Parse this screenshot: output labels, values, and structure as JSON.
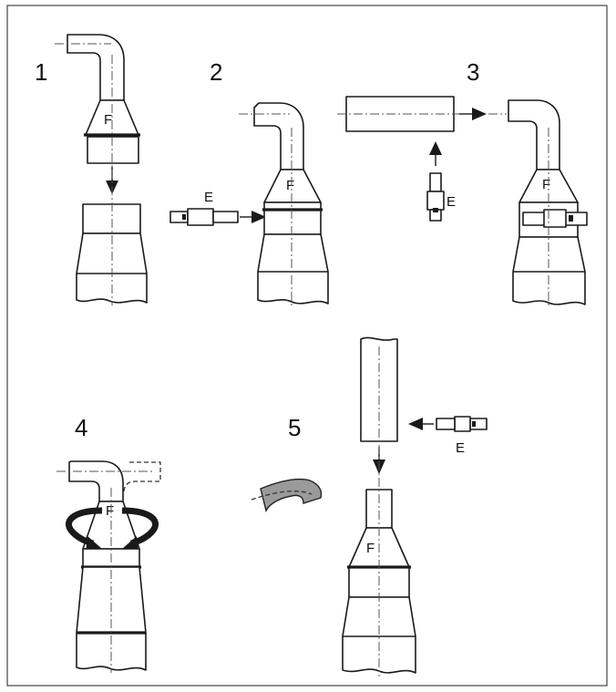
{
  "steps": [
    {
      "number": "1"
    },
    {
      "number": "2"
    },
    {
      "number": "3"
    },
    {
      "number": "4"
    },
    {
      "number": "5"
    }
  ],
  "labels": {
    "part_f": "F",
    "part_e": "E"
  },
  "colors": {
    "line": "#1a1a1a",
    "removed_elbow_fill": "#9a9a9a",
    "background": "#ffffff"
  }
}
